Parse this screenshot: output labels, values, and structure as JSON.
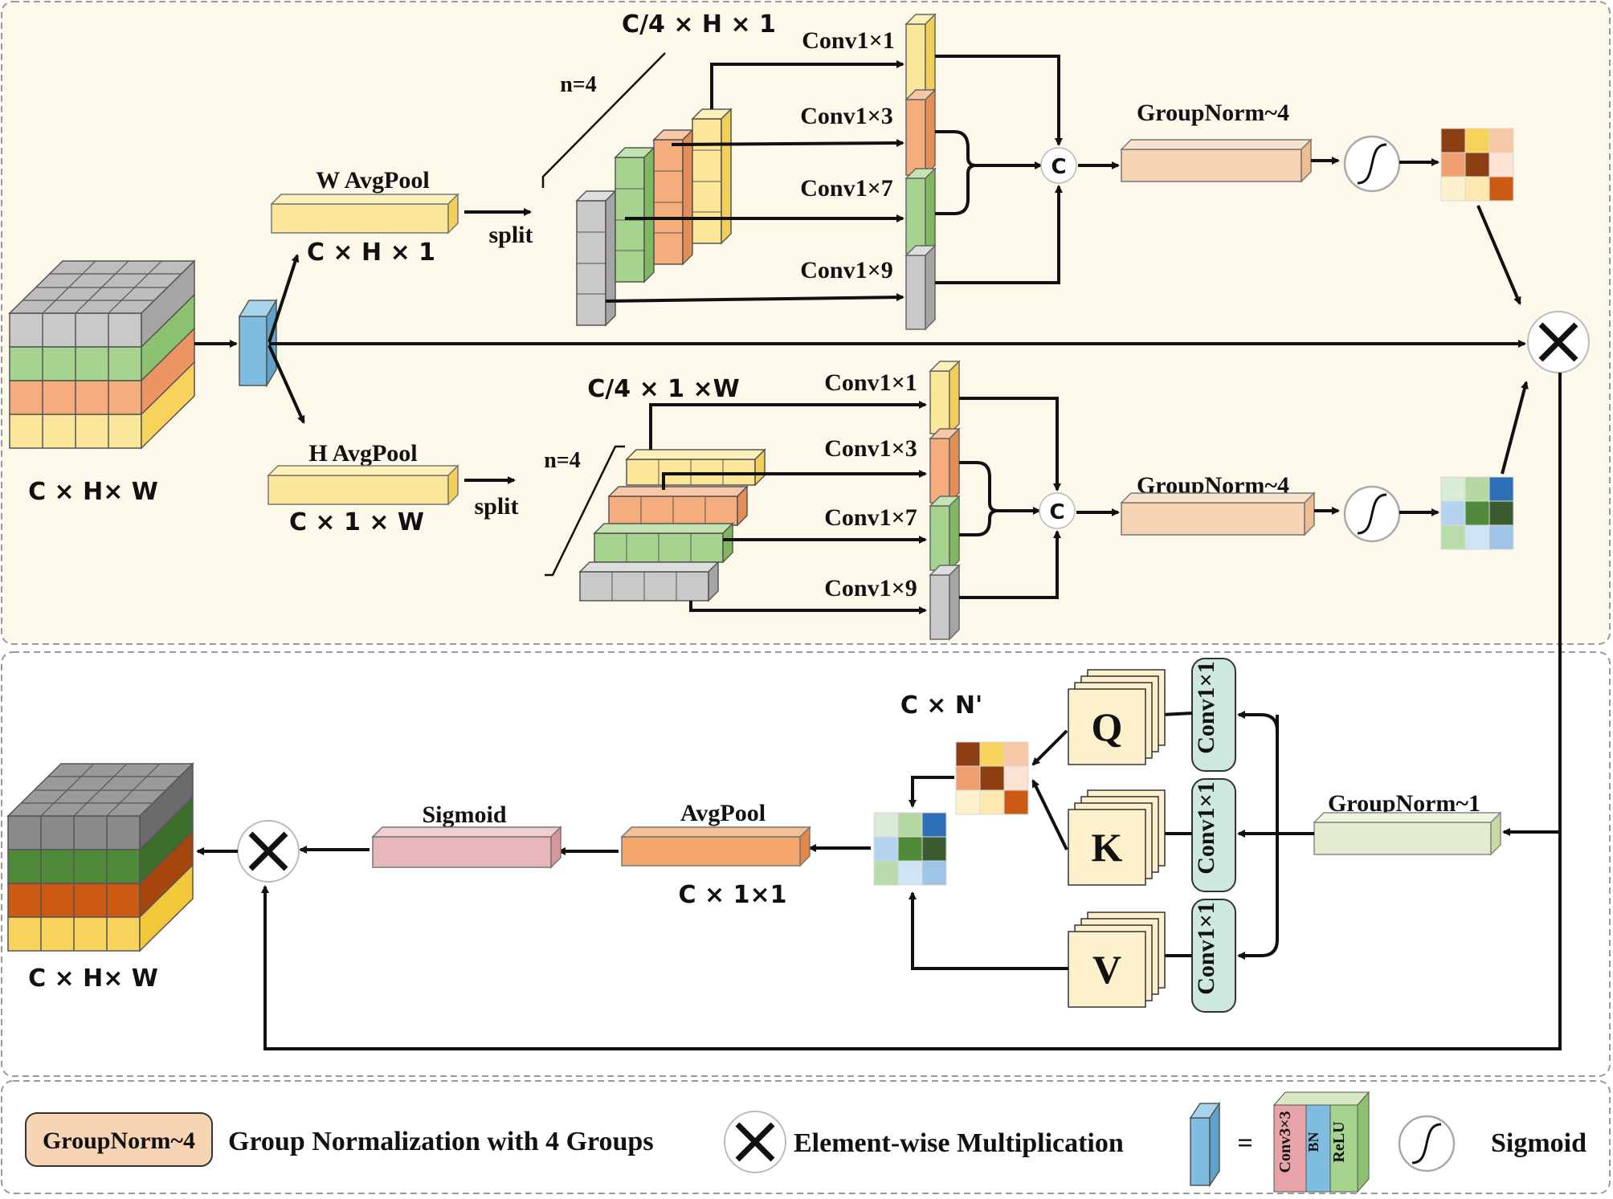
{
  "colors": {
    "panel_fill": "#fdf9ea",
    "panel_border": "#9a9a9a",
    "yellow": "#fbe69a",
    "orange": "#f5ad7e",
    "green": "#a6d48e",
    "gray": "#c9c9c9",
    "blue_bar": "#7fbde0",
    "pink": "#e8b7bb",
    "gn_bar": "#f6d4b4",
    "gn1_bar": "#e3eccf",
    "avgpool": "#f3a56b",
    "conv_box": "#cde8df"
  },
  "top_branch": {
    "input_label": "C × H× W",
    "w_pool_label": "W AvgPool",
    "w_pool_dims": "C × H × 1",
    "w_split": "split",
    "w_n": "n=4",
    "w_group_dims": "C/4 × H × 1",
    "w_convs": [
      "Conv1×1",
      "Conv1×3",
      "Conv1×7",
      "Conv1×9"
    ],
    "w_gn": "GroupNorm~4",
    "h_pool_label": "H AvgPool",
    "h_pool_dims": "C × 1 × W",
    "h_split": "split",
    "h_n": "n=4",
    "h_group_dims": "C/4 × 1 ×W",
    "h_convs": [
      "Conv1×1",
      "Conv1×3",
      "Conv1×7",
      "Conv1×9"
    ],
    "h_gn": "GroupNorm~4",
    "concat": "C"
  },
  "bottom_branch": {
    "output_label": "C × H× W",
    "sigmoid_label": "Sigmoid",
    "avgpool_label": "AvgPool",
    "avgpool_dims": "C × 1×1",
    "cn_label": "C × N'",
    "q": "Q",
    "k": "K",
    "v": "V",
    "conv": "Conv1×1",
    "gn1": "GroupNorm~1"
  },
  "legend": {
    "gn_box": "GroupNorm~4",
    "gn_desc": "Group Normalization with 4 Groups",
    "mult_desc": "Element-wise Multiplication",
    "equals": "=",
    "stack": [
      "Conv3×3",
      "BN",
      "ReLU"
    ],
    "sigmoid_desc": "Sigmoid"
  }
}
